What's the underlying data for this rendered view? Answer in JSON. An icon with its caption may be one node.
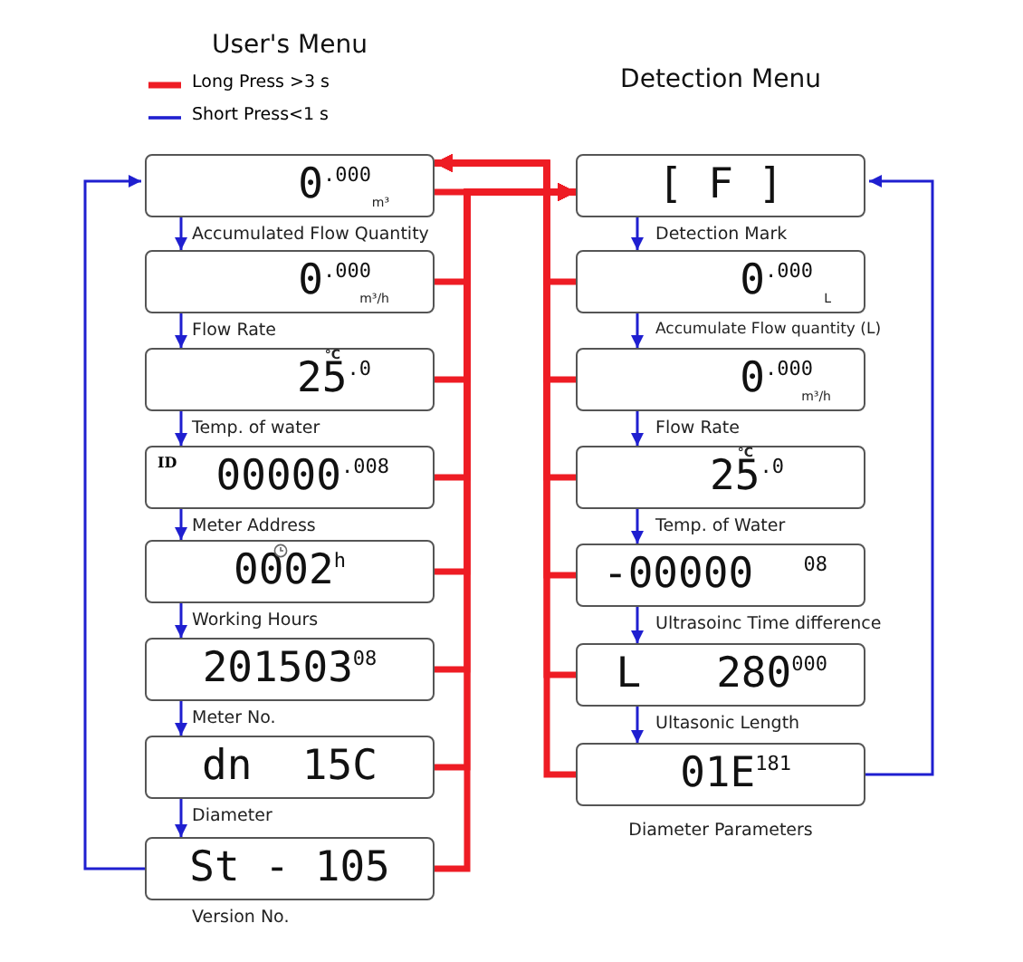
{
  "diagram": {
    "nodes": [
      {
        "text": [
          "0$^{.000}$",
          "m³"
        ],
        "beside": [
          "Accumulated Flow Quantity"
        ]
      },
      {
        "text": [
          "0$^{.000}$",
          "m³/h"
        ],
        "beside": [
          "Flow Rate"
        ]
      },
      {
        "text": [
          "°C",
          "25$^{.0}$"
        ],
        "beside": [
          "Temp. of water"
        ]
      },
      {
        "text": [
          "ID",
          "00000$^{.008}$"
        ],
        "beside": [
          "Meter Address"
        ]
      },
      {
        "text": [
          "0002$^{h}$"
        ],
        "beside": [
          "Working Hours"
        ]
      },
      {
        "text": [
          "201503$^{08}$"
        ],
        "beside": [
          "Meter No."
        ]
      },
      {
        "text": [
          "dn  15C"
        ],
        "beside": [
          "Diameter"
        ]
      },
      {
        "text": [
          "St - 105"
        ],
        "beside": [
          "Version No."
        ]
      },
      {
        "text": [
          "[ F ]"
        ],
        "beside": [
          "Detection Mark"
        ]
      },
      {
        "text": [
          "0$^{.000}$",
          "L"
        ],
        "beside": [
          "Accumulate Flow quantity (L)"
        ]
      },
      {
        "text": [
          "0$^{.000}$",
          "m³/h"
        ],
        "beside": [
          "Flow Rate"
        ]
      },
      {
        "text": [
          "°C",
          "25$^{.0}$"
        ],
        "beside": [
          "Temp. of Water"
        ]
      },
      {
        "text": [
          "-00000  $^{08}$"
        ],
        "beside": [
          "Ultrasoinc Time difference"
        ]
      },
      {
        "text": [
          "L   280$^{000}$"
        ],
        "beside": [
          "Ultasonic Length"
        ]
      },
      {
        "text": [
          "01E$^{181}$"
        ],
        "beside": [
          "Diameter Parameters"
        ]
      }
    ],
    "edges": [
      {
        "from": 0,
        "to": 1,
        "arrow": "to"
      },
      {
        "from": 1,
        "to": 2,
        "arrow": "to"
      },
      {
        "from": 2,
        "to": 3,
        "arrow": "to"
      },
      {
        "from": 3,
        "to": 4,
        "arrow": "to"
      },
      {
        "from": 4,
        "to": 5,
        "arrow": "to"
      },
      {
        "from": 5,
        "to": 6,
        "arrow": "to"
      },
      {
        "from": 6,
        "to": 7,
        "arrow": "to"
      },
      {
        "from": 8,
        "to": 9,
        "arrow": "to"
      },
      {
        "from": 9,
        "to": 10,
        "arrow": "to"
      },
      {
        "from": 10,
        "to": 11,
        "arrow": "to"
      },
      {
        "from": 11,
        "to": 12,
        "arrow": "to"
      },
      {
        "from": 12,
        "to": 13,
        "arrow": "to"
      },
      {
        "from": 13,
        "to": 14,
        "arrow": "to"
      },
      {
        "from": 7,
        "to": 0,
        "arrow": "to"
      },
      {
        "from": 14,
        "to": 8,
        "arrow": "to"
      },
      {
        "from": 0,
        "to": 8,
        "arrow": "to",
        "style": "thick",
        "color": "#ee1c24"
      },
      {
        "from": 1,
        "to": 8,
        "arrow": "to",
        "style": "thick",
        "color": "#ee1c24"
      },
      {
        "from": 2,
        "to": 8,
        "arrow": "to",
        "style": "thick",
        "color": "#ee1c24"
      },
      {
        "from": 3,
        "to": 8,
        "arrow": "to",
        "style": "thick",
        "color": "#ee1c24"
      },
      {
        "from": 4,
        "to": 8,
        "arrow": "to",
        "style": "thick",
        "color": "#ee1c24"
      },
      {
        "from": 5,
        "to": 8,
        "arrow": "to",
        "style": "thick",
        "color": "#ee1c24"
      },
      {
        "from": 6,
        "to": 8,
        "arrow": "to",
        "style": "thick",
        "color": "#ee1c24"
      },
      {
        "from": 7,
        "to": 8,
        "arrow": "to",
        "style": "thick",
        "color": "#ee1c24"
      },
      {
        "from": 9,
        "to": 0,
        "arrow": "to",
        "style": "thick",
        "color": "#ee1c24"
      },
      {
        "from": 10,
        "to": 0,
        "arrow": "to",
        "style": "thick",
        "color": "#ee1c24"
      },
      {
        "from": 11,
        "to": 0,
        "arrow": "to",
        "style": "thick",
        "color": "#ee1c24"
      },
      {
        "from": 12,
        "to": 0,
        "arrow": "to",
        "style": "thick",
        "color": "#ee1c24"
      },
      {
        "from": 13,
        "to": 0,
        "arrow": "to",
        "style": "thick",
        "color": "#ee1c24"
      },
      {
        "from": 14,
        "to": 0,
        "arrow": "to",
        "style": "thick",
        "color": "#ee1c24"
      }
    ],
    "labels": [
      "User's Menu",
      "Detection Menu"
    ],
    "legend": [
      {
        "text": "Long Press >3 s",
        "color": "#ee1c24"
      },
      {
        "text": "Short Press<1 s",
        "color": "#1f1fd0"
      }
    ]
  }
}
